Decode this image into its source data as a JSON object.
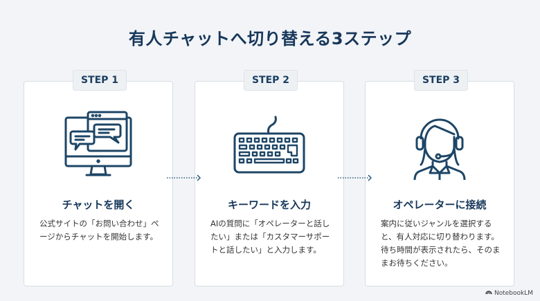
{
  "title": "有人チャットへ切り替える3ステップ",
  "steps": [
    {
      "badge": "STEP 1",
      "icon": "chat-monitor-icon",
      "title": "チャットを開く",
      "desc": "公式サイトの「お問い合わせ」ページからチャットを開始します。"
    },
    {
      "badge": "STEP 2",
      "icon": "keyboard-icon",
      "title": "キーワードを入力",
      "desc": "AIの質問に「オペレーターと話したい」または「カスタマーサポートと話したい」と入力します。"
    },
    {
      "badge": "STEP 3",
      "icon": "operator-headset-icon",
      "title": "オペレーターに接続",
      "desc": "案内に従いジャンルを選択すると、有人対応に切り替わります。待ち時間が表示されたら、そのままお待ちください。"
    }
  ],
  "footer": {
    "brand": "NotebookLM"
  },
  "colors": {
    "primary": "#17375a",
    "background": "#f2f4f7",
    "card": "#ffffff"
  }
}
